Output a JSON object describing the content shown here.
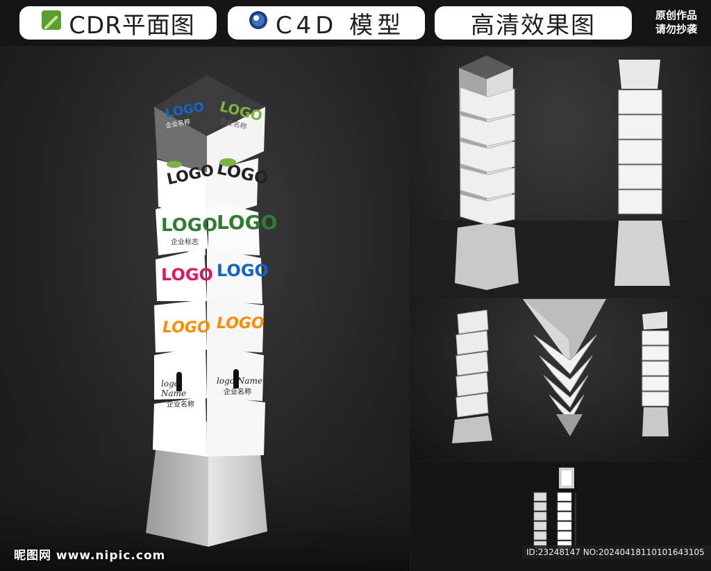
{
  "header": {
    "cdr_label": "CDR平面图",
    "c4d_label": "C4D 模型",
    "hd_label": "高清效果图",
    "notice_line1": "原创作品",
    "notice_line2": "请勿抄袭"
  },
  "tower_main": {
    "faces": [
      {
        "left_logo": "LOGO",
        "left_sub": "企业名称",
        "right_logo": "LOGO",
        "right_sub": "企业名称"
      },
      {
        "left_logo": "LOGO",
        "left_sub": "",
        "right_logo": "LOGO",
        "right_sub": ""
      },
      {
        "left_logo": "LOGO",
        "left_sub": "企业标志",
        "right_logo": "LOGO",
        "right_sub": ""
      },
      {
        "left_logo": "LOGO",
        "left_sub": "",
        "right_logo": "LOGO",
        "right_sub": ""
      },
      {
        "left_logo": "LOGO",
        "left_sub": "",
        "right_logo": "LOGO",
        "right_sub": ""
      },
      {
        "left_logo": "logo Name",
        "left_sub": "企业名称",
        "right_logo": "logo Name",
        "right_sub": "企业名称"
      }
    ]
  },
  "watermark": {
    "site": "昵图网 www.nipic.com",
    "id_text": "ID:23248147 NO:20240418110101643105"
  },
  "colors": {
    "background": "#1c1c1e",
    "pill": "#ffffff",
    "tower_light": "#f2f2f2",
    "tower_shadow": "#8a8a8a",
    "logo_green": "#7cb342",
    "logo_blue": "#1565c0",
    "logo_magenta": "#d81b60",
    "logo_orange": "#fb8c00"
  },
  "icons": [
    "coreldraw-icon",
    "cinema4d-icon"
  ]
}
